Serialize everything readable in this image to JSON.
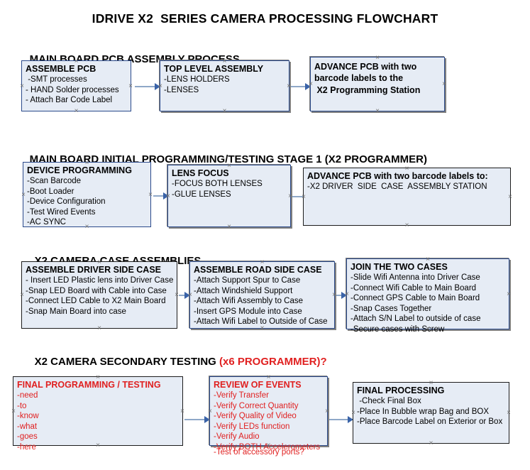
{
  "document": {
    "title": "IDRIVE X2  SERIES CAMERA PROCESSING FLOWCHART"
  },
  "colors": {
    "box_fill": "#e6ecf5",
    "box_border_blue": "#2b4a8b",
    "box_border_dark": "#1c1c1c",
    "box_shadow": "#7f7f7f",
    "connector_shaft": "#8fa8c8",
    "connector_head": "#3a63a8",
    "text_black": "#000000",
    "text_red": "#e02020"
  },
  "sections": [
    {
      "heading": "MAIN BOARD PCB ASSEMBLY PROCESS",
      "heading_accent": "",
      "nodes": [
        {
          "title": "ASSEMBLE PCB",
          "lines": [
            " -SMT processes",
            "- HAND Solder processes",
            "- Attach Bar Code Label"
          ]
        },
        {
          "title": "TOP LEVEL ASSEMBLY",
          "lines": [
            "-LENS HOLDERS",
            "-LENSES"
          ]
        },
        {
          "title": "ADVANCE PCB with two",
          "lines": [
            "barcode labels to the",
            " X2 Programming Station"
          ]
        }
      ]
    },
    {
      "heading": "MAIN BOARD INITIAL PROGRAMMING/TESTING STAGE 1 (X2 PROGRAMMER)",
      "heading_accent": "",
      "nodes": [
        {
          "title": "DEVICE PROGRAMMING",
          "lines": [
            "-Scan Barcode",
            "-Boot Loader",
            "-Device Configuration",
            "-Test Wired Events",
            "-AC SYNC"
          ]
        },
        {
          "title": "LENS FOCUS",
          "lines": [
            "-FOCUS BOTH LENSES",
            "-GLUE LENSES"
          ]
        },
        {
          "title": "ADVANCE PCB with two barcode labels to:",
          "lines": [
            "-X2 DRIVER  SIDE  CASE  ASSEMBLY STATION"
          ]
        }
      ]
    },
    {
      "heading": "X2 CAMERA CASE ASSEMBLIES",
      "heading_accent": "",
      "nodes": [
        {
          "title": "ASSEMBLE DRIVER SIDE CASE",
          "lines": [
            "- Insert LED Plastic lens into Driver Case",
            "-Snap LED Board with Cable into Case",
            "-Connect LED Cable to X2 Main Board",
            "-Snap Main Board into case"
          ]
        },
        {
          "title": "ASSEMBLE ROAD SIDE CASE",
          "lines": [
            "-Attach Support Spur to Case",
            "-Attach Windshield Support",
            "-Attach Wifi Assembly to Case",
            "-Insert GPS Module into Case",
            "-Attach Wifi Label to Outside of Case"
          ]
        },
        {
          "title": "JOIN THE TWO CASES",
          "lines": [
            "-Slide Wifi Antenna into Driver Case",
            "-Connect Wifi Cable to Main Board",
            "-Connect GPS Cable to Main Board",
            "-Snap Cases Together",
            "-Attach S/N Label to outside of case",
            "-Secure cases with Screw"
          ]
        }
      ]
    },
    {
      "heading": "X2 CAMERA SECONDARY TESTING ",
      "heading_accent": "(x6 PROGRAMMER)?",
      "nodes": [
        {
          "title": "FINAL PROGRAMMING / TESTING",
          "lines": [
            "-need",
            "-to",
            "-know",
            "-what",
            "-goes",
            "-here"
          ]
        },
        {
          "title": "REVIEW OF EVENTS",
          "lines": [
            "-Verify Transfer",
            "-Verify Correct Quantity",
            "-Verify Quality of Video",
            "-Verify LEDs function",
            "-Verify Audio",
            "-Verify BOTH Accelerometers"
          ],
          "overflow_line": "-Test of accessory ports?"
        },
        {
          "title": "FINAL PROCESSING",
          "lines": [
            " -Check Final Box",
            "-Place In Bubble wrap Bag and BOX",
            "-Place Barcode Label on Exterior or Box"
          ]
        }
      ]
    }
  ]
}
